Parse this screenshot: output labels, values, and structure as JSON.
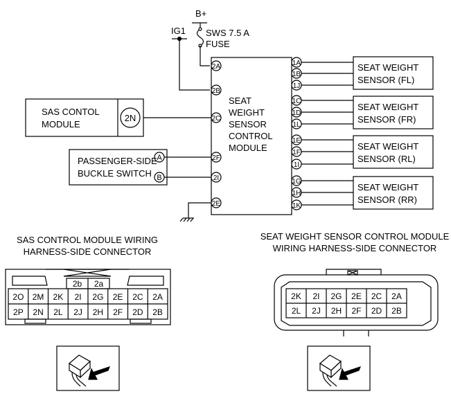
{
  "power": {
    "bplus": "B+",
    "ig1": "IG1",
    "fuse_line1": "SWS 7.5 A",
    "fuse_line2": "FUSE"
  },
  "swscm": {
    "label": [
      "SEAT",
      "WEIGHT",
      "SENSOR",
      "CONTROL",
      "MODULE"
    ],
    "left_pins": [
      "2A",
      "2B",
      "2C",
      "2F",
      "2I",
      "2E"
    ],
    "right_pins": [
      "1A",
      "1B",
      "1J",
      "1C",
      "1D",
      "1L",
      "1E",
      "1F",
      "1I",
      "1G",
      "1H",
      "1K"
    ]
  },
  "sas": {
    "line1": "SAS CONTOL",
    "line2": "MODULE",
    "pin": "2N"
  },
  "buckle": {
    "line1": "PASSENGER-SIDE",
    "line2": "BUCKLE SWITCH",
    "pin_a": "A",
    "pin_b": "B"
  },
  "sensors": [
    {
      "line1": "SEAT WEIGHT",
      "line2": "SENSOR (FL)"
    },
    {
      "line1": "SEAT WEIGHT",
      "line2": "SENSOR (FR)"
    },
    {
      "line1": "SEAT WEIGHT",
      "line2": "SENSOR (RL)"
    },
    {
      "line1": "SEAT WEIGHT",
      "line2": "SENSOR (RR)"
    }
  ],
  "sas_connector": {
    "title1": "SAS CONTROL MODULE WIRING",
    "title2": "HARNESS-SIDE CONNECTOR",
    "top_row": [
      "2b",
      "2a"
    ],
    "row1": [
      "2O",
      "2M",
      "2K",
      "2I",
      "2G",
      "2E",
      "2C",
      "2A"
    ],
    "row2": [
      "2P",
      "2N",
      "2L",
      "2J",
      "2H",
      "2F",
      "2D",
      "2B"
    ]
  },
  "sws_connector": {
    "title1": "SEAT WEIGHT SENSOR CONTROL MODULE",
    "title2": "WIRING HARNESS-SIDE CONNECTOR",
    "row1": [
      "2K",
      "2I",
      "2G",
      "2E",
      "2C",
      "2A"
    ],
    "row2": [
      "2L",
      "2J",
      "2H",
      "2F",
      "2D",
      "2B"
    ]
  }
}
